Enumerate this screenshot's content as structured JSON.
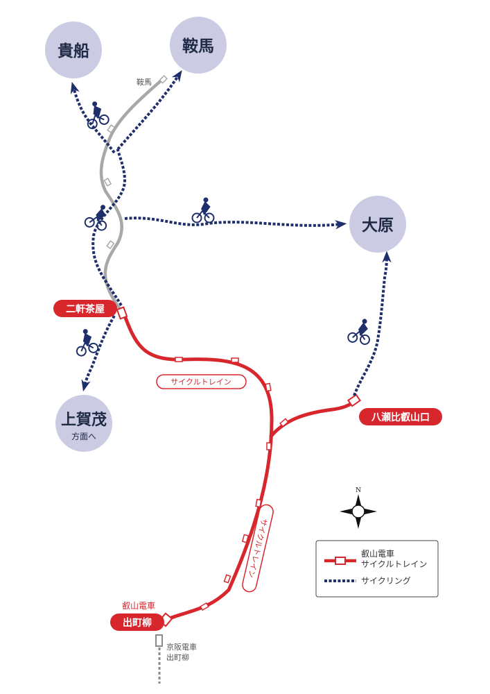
{
  "destinations": {
    "kibune": "貴船",
    "kurama": "鞍馬",
    "ohara": "大原",
    "kamigamo": "上賀茂",
    "kamigamo_sub": "方面へ"
  },
  "stations": {
    "kurama_small": "鞍馬",
    "ninokenchaya": "二軒茶屋",
    "yasehieizanguchi": "八瀬比叡山口",
    "demachiyanagi_line": "叡山電車",
    "demachiyanagi": "出町柳",
    "keihan_line": "京阪電車",
    "keihan_station": "出町柳"
  },
  "route_labels": {
    "cycle_train_horizontal": "サイクルトレイン",
    "cycle_train_vertical": "サイクルトレイン"
  },
  "compass": {
    "north": "N"
  },
  "legend": {
    "train_line1": "叡山電車",
    "train_line2": "サイクルトレイン",
    "cycling": "サイクリング"
  },
  "colors": {
    "rail_red": "#d8262d",
    "cycling_navy": "#1f2f6b",
    "grey_line": "#a8a8a8",
    "destination_circle": "#cbcbe3"
  }
}
